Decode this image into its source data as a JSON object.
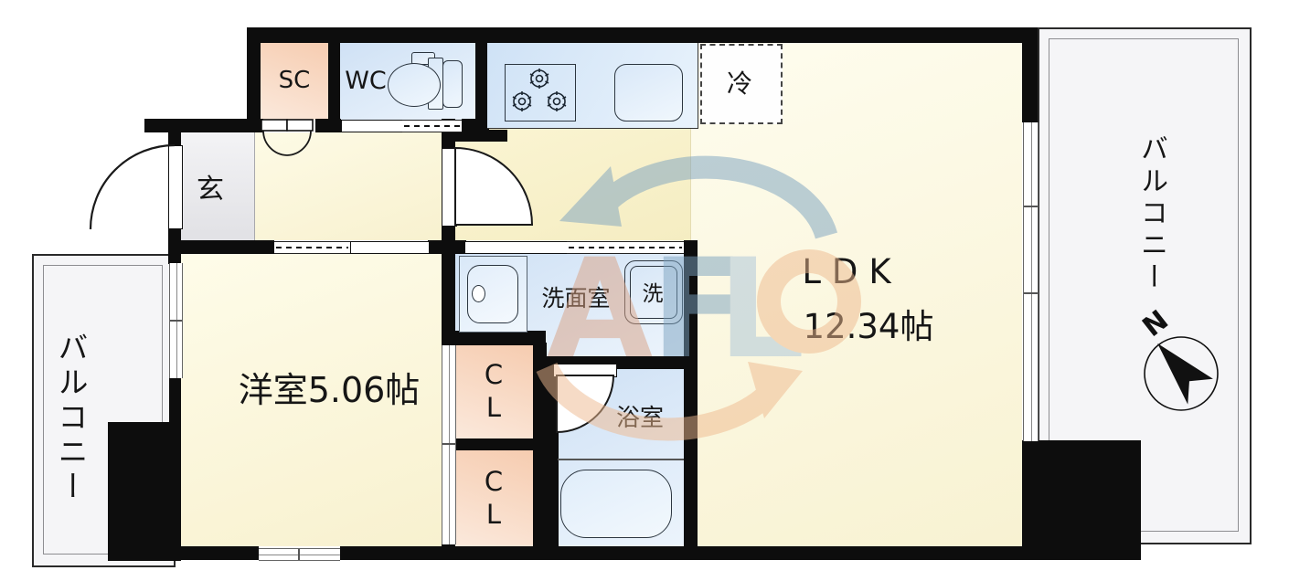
{
  "plan": {
    "rooms": {
      "ldk": {
        "name": "LDK",
        "area": "12.34帖"
      },
      "western_room": {
        "name": "洋室5.06帖"
      },
      "washroom": {
        "name": "洗面室"
      },
      "bathroom": {
        "name": "浴室"
      },
      "washing_machine": {
        "label": "洗"
      },
      "entrance": {
        "label": "玄"
      },
      "shoe_closet": {
        "label": "SC"
      },
      "toilet_room": {
        "label": "WC"
      },
      "refrigerator": {
        "label": "冷"
      },
      "closet_upper": {
        "label": "CL"
      },
      "closet_lower": {
        "label": "CL"
      },
      "balcony_left": {
        "label": "バルコニー"
      },
      "balcony_right": {
        "label": "バルコニー"
      }
    },
    "compass": {
      "label": "N"
    },
    "watermark": {
      "letter_a": "A",
      "letter_f": "F",
      "letter_l": "L"
    },
    "icons": {
      "toilet": "toilet-icon",
      "stove": "stove-burner-icon",
      "kitchen_sink": "kitchen-sink-icon",
      "vanity_sink": "vanity-sink-icon",
      "bathtub": "bathtub-icon",
      "north_arrow": "north-arrow-icon"
    },
    "colors": {
      "wall": "#0d0d0d",
      "room_cream": "#f8f2d2",
      "room_blue": "#cfe1f5",
      "room_peach": "#f6ccb0",
      "entrance_gray": "#e1e1e5",
      "balcony": "#f5f5f7",
      "watermark_blue": "#7ba2c0",
      "watermark_peach": "#e8a678"
    }
  }
}
